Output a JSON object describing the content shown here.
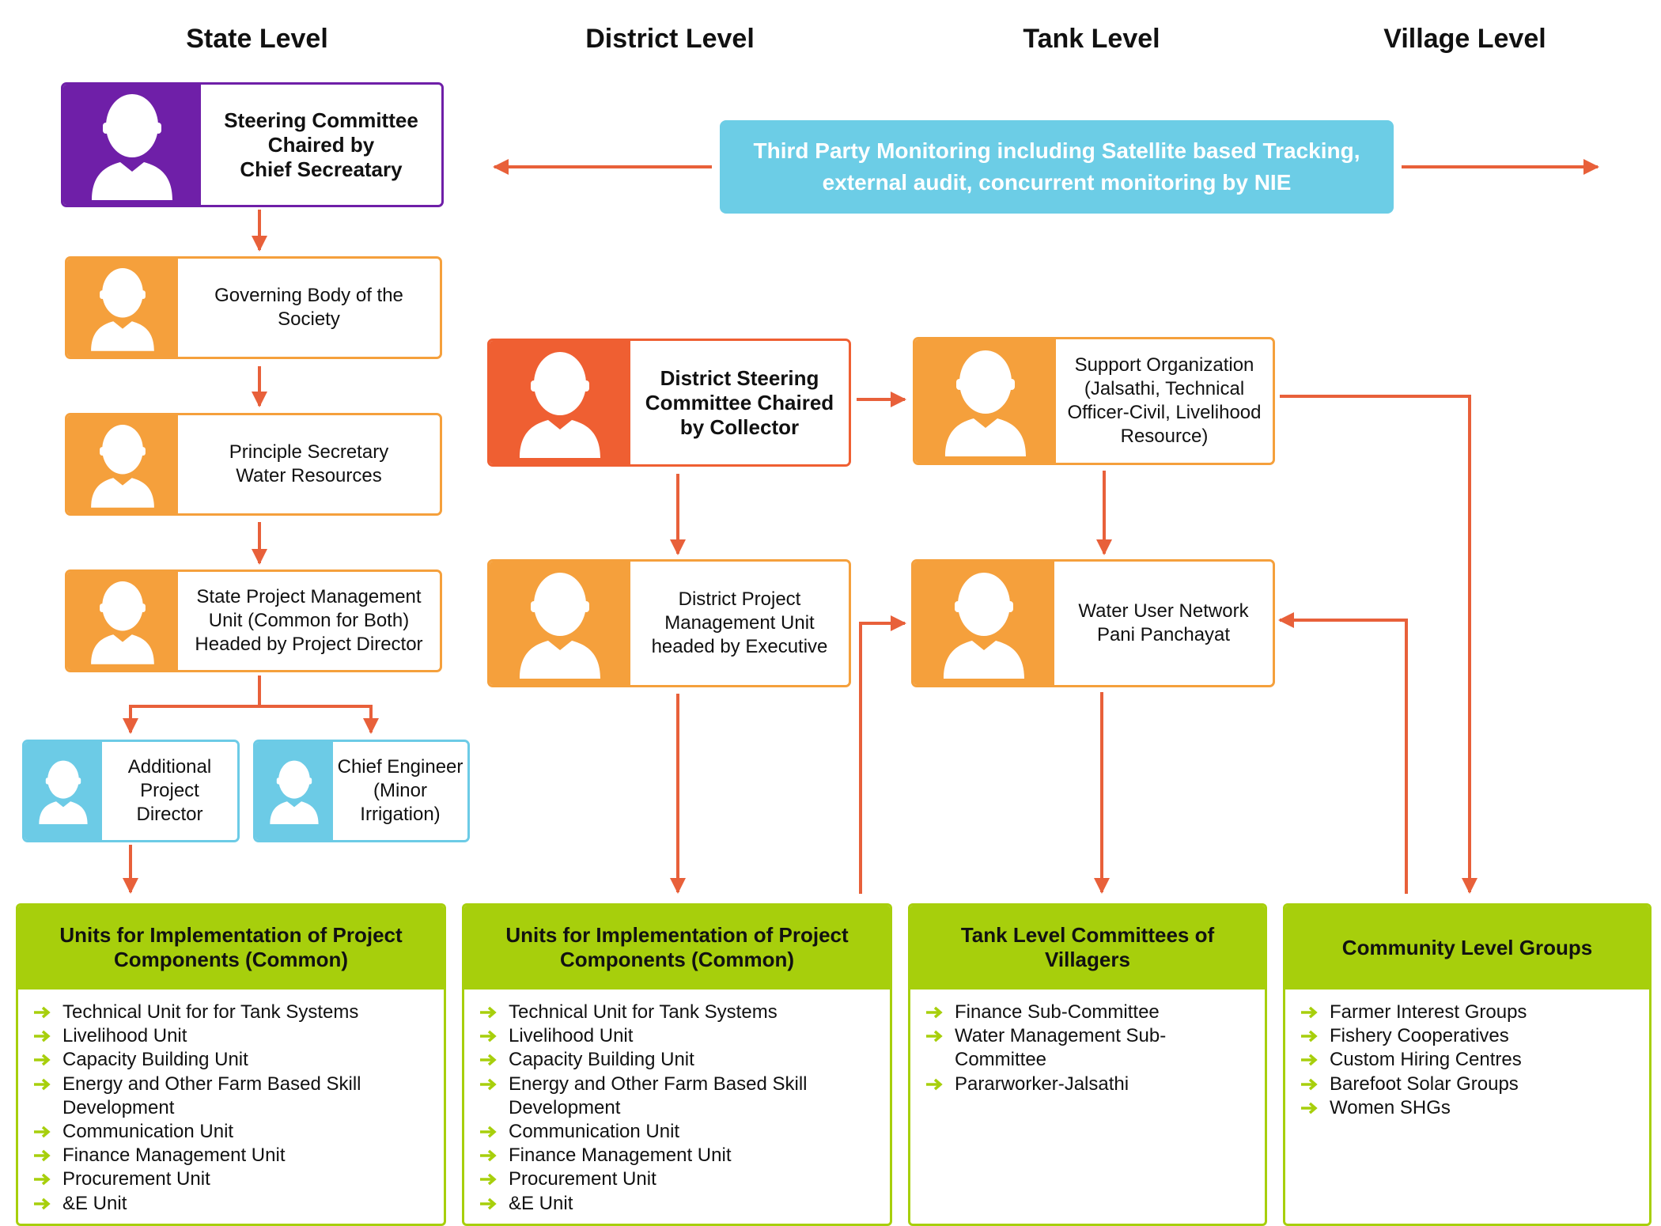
{
  "levels": {
    "state": "State Level",
    "district": "District Level",
    "tank": "Tank Level",
    "village": "Village Level"
  },
  "third_party_monitoring": {
    "line1": "Third Party Monitoring including Satellite based Tracking,",
    "line2": "external audit, concurrent monitoring by NIE"
  },
  "state_nodes": {
    "steering": [
      "Steering Committee",
      "Chaired by",
      "Chief Secreatary"
    ],
    "governing": [
      "Governing Body of the",
      "Society"
    ],
    "principal": [
      "Principle Secretary",
      "Water Resources"
    ],
    "spmu": [
      "State Project Management",
      "Unit (Common for Both)",
      "Headed by Project Director"
    ],
    "apd": [
      "Additional",
      "Project",
      "Director"
    ],
    "chief": [
      "Chief Engineer",
      "(Minor",
      "Irrigation)"
    ]
  },
  "district_nodes": {
    "steering": [
      "District Steering",
      "Committee Chaired",
      "by Collector"
    ],
    "dpmu": [
      "District Project",
      "Management Unit",
      "headed by Executive"
    ]
  },
  "tank_nodes": {
    "support": [
      "Support Organization",
      "(Jalsathi, Technical",
      "Officer-Civil, Livelihood",
      "Resource)"
    ],
    "wun": [
      "Water User Network",
      "Pani Panchayat"
    ]
  },
  "groups": {
    "state_units": {
      "title": [
        "Units for Implementation of Project",
        "Components (Common)"
      ],
      "items": [
        "Technical Unit for for Tank Systems",
        "Livelihood Unit",
        "Capacity Building Unit",
        "Energy and Other Farm Based Skill Development",
        "Communication Unit",
        "Finance Management Unit",
        "Procurement Unit",
        "&E Unit"
      ]
    },
    "district_units": {
      "title": [
        "Units for Implementation of Project",
        "Components (Common)"
      ],
      "items": [
        "Technical Unit for Tank Systems",
        "Livelihood Unit",
        "Capacity Building Unit",
        "Energy and Other Farm Based Skill Development",
        "Communication Unit",
        "Finance Management Unit",
        "Procurement Unit",
        "&E Unit"
      ]
    },
    "tank_committees": {
      "title": [
        "Tank Level Committees of",
        "Villagers"
      ],
      "items": [
        "Finance Sub-Committee",
        "Water Management Sub-Committee",
        "Pararworker-Jalsathi"
      ]
    },
    "community": {
      "title": [
        "Community Level Groups"
      ],
      "items": [
        "Farmer Interest Groups",
        "Fishery Cooperatives",
        "Custom Hiring Centres",
        "Barefoot Solar Groups",
        "Women SHGs"
      ]
    }
  },
  "colors": {
    "purple": "#6f1fa8",
    "orange": "#f5a03c",
    "red_orange": "#ef5f32",
    "light_blue": "#6ccbe6",
    "green": "#a7cf0c",
    "arrow": "#e8603a"
  },
  "icons": {
    "node": "person-icon",
    "list": "arrow-right-icon"
  }
}
